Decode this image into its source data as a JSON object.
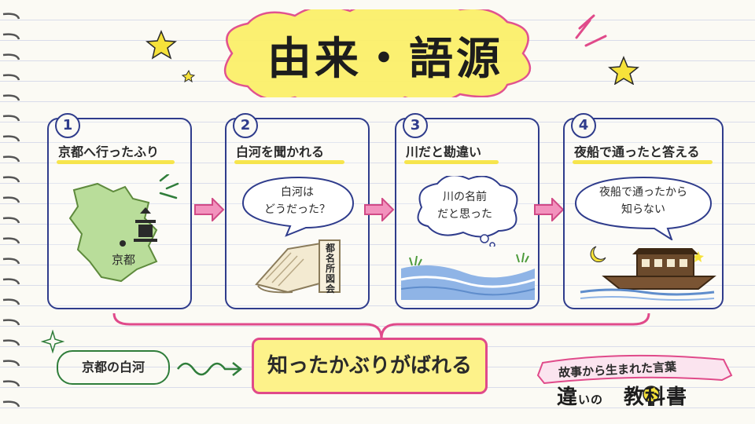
{
  "title": "由来・語源",
  "steps": [
    {
      "number": "1",
      "title": "京都へ行ったふり",
      "map_label": "京都"
    },
    {
      "number": "2",
      "title": "白河を聞かれる",
      "bubble": [
        "白河は",
        "どうだった？"
      ],
      "scroll_text": "都名所図会"
    },
    {
      "number": "3",
      "title": "川だと勘違い",
      "bubble": [
        "川の名前",
        "だと思った"
      ]
    },
    {
      "number": "4",
      "title": "夜船で通ったと答える",
      "bubble": [
        "夜船で通ったから",
        "知らない"
      ]
    }
  ],
  "bottom": {
    "left_label": "京都の白河",
    "conclusion": "知ったかぶりがばれる"
  },
  "brand": {
    "subtitle": "故事から生まれた言葉",
    "name_a": "違",
    "name_b": "いの",
    "name_c": "教科書"
  },
  "colors": {
    "accent_pink": "#e04a8a",
    "highlight_yellow": "#f6e23a",
    "ink_blue": "#2f3c8c",
    "green": "#2f7d3a"
  }
}
